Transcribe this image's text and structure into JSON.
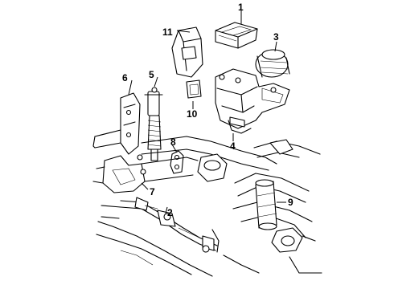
{
  "callouts": [
    {
      "id": "1",
      "label": "1"
    },
    {
      "id": "2",
      "label": "2"
    },
    {
      "id": "3",
      "label": "3"
    },
    {
      "id": "4",
      "label": "4"
    },
    {
      "id": "5",
      "label": "5"
    },
    {
      "id": "6",
      "label": "6"
    },
    {
      "id": "7",
      "label": "7"
    },
    {
      "id": "8",
      "label": "8"
    },
    {
      "id": "9",
      "label": "9"
    },
    {
      "id": "10",
      "label": "10"
    },
    {
      "id": "11",
      "label": "11"
    }
  ],
  "colors": {
    "ink": "#000000",
    "background": "#ffffff"
  }
}
